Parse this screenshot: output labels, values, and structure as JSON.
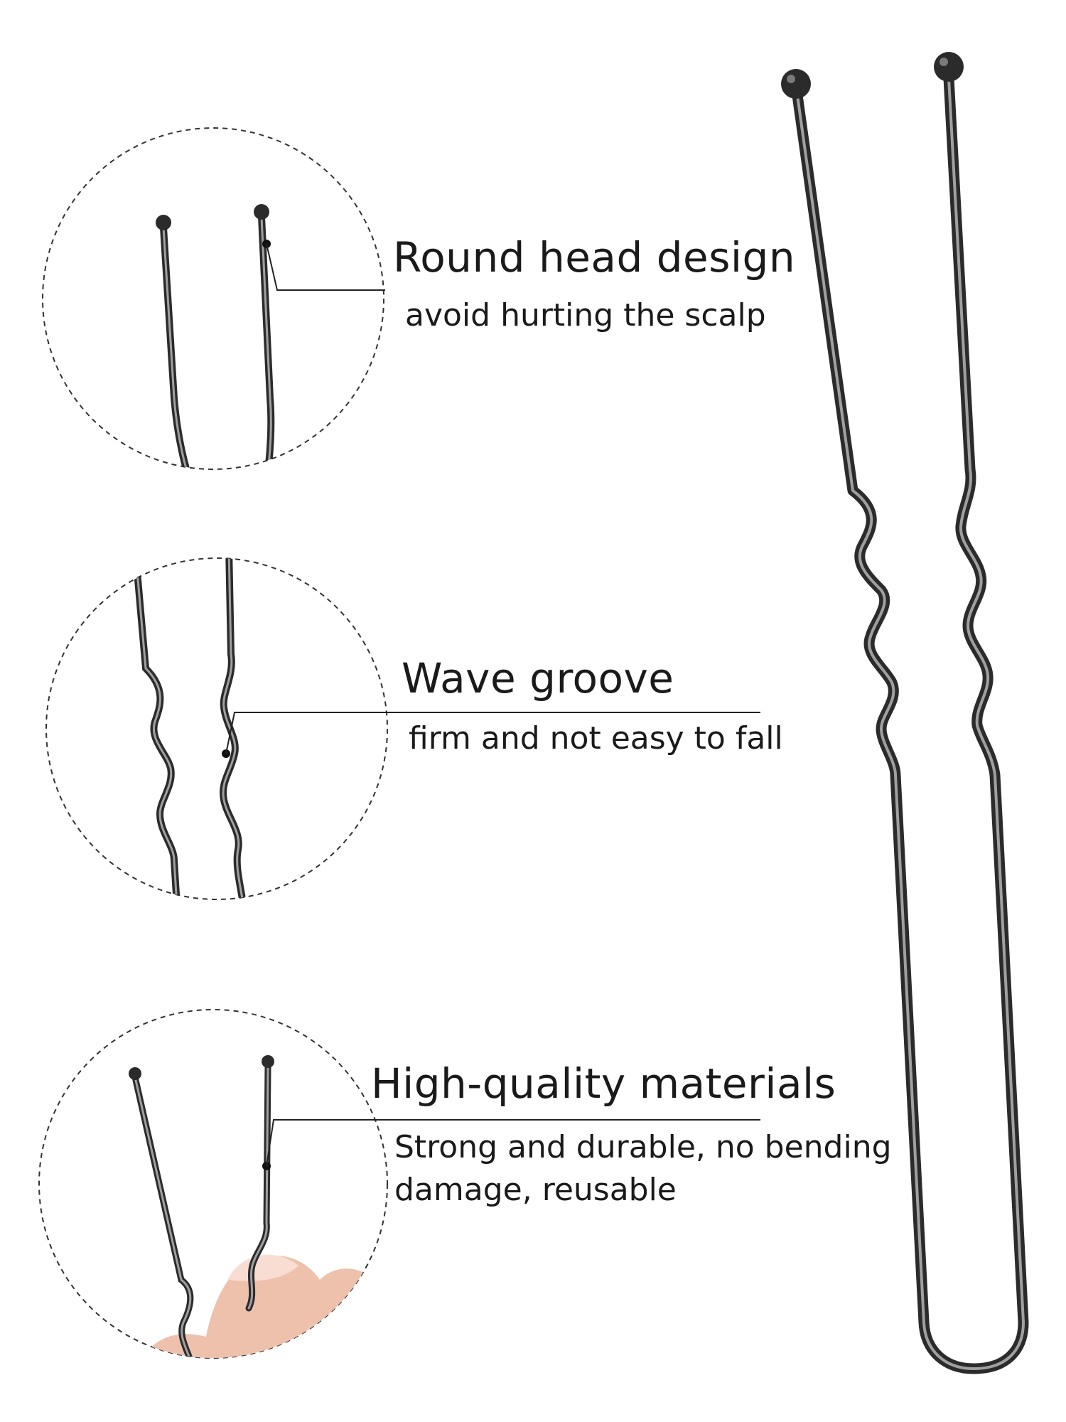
{
  "colors": {
    "background": "#ffffff",
    "text": "#1a1a1a",
    "pin_dark": "#2b2b2b",
    "pin_highlight": "#9a9a9a",
    "dashed_circle": "#333333",
    "finger_skin": "#eec1ad"
  },
  "features": [
    {
      "title": "Round head design",
      "desc_lines": [
        "avoid hurting the scalp"
      ],
      "icon": "round-head-pin-closeup"
    },
    {
      "title": "Wave groove",
      "desc_lines": [
        "firm and not easy to fall"
      ],
      "icon": "wave-groove-pin-closeup"
    },
    {
      "title": "High-quality materials",
      "desc_lines": [
        "Strong and durable, no bending",
        "damage, reusable"
      ],
      "icon": "hand-bending-pin-closeup"
    }
  ],
  "product": {
    "icon": "u-shaped-hair-pin"
  }
}
